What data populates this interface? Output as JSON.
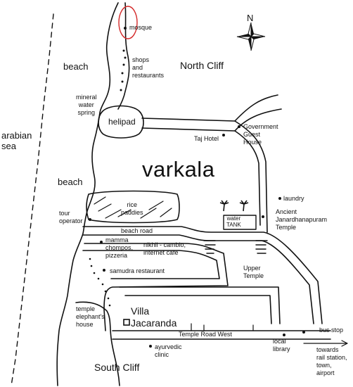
{
  "map": {
    "title": "varkala",
    "compass_label": "N",
    "areas": {
      "north_cliff": "North Cliff",
      "south_cliff": "South Cliff",
      "beach_top": "beach",
      "beach_mid": "beach",
      "sea": "arabian\nsea"
    },
    "places": {
      "mosque": "mosque",
      "shops": "shops\nand\nrestaurants",
      "mineral": "mineral\nwater\nspring",
      "helipad": "helipad",
      "taj": "Taj Hotel",
      "guest_house": "Government\nGuest\nHouse",
      "laundry": "laundry",
      "temple": "Ancient\nJanardhanapuram\nTemple",
      "rice": "rice\npaddies",
      "tour": "tour\noperator",
      "water_tank": "water\nTANK",
      "beach_road": "beach road",
      "mamma": "mamma\nchompos,\npizzeria",
      "nikhil": "nikhil - cambio,\ninternet cafe",
      "samudra": "samudra restaurant",
      "upper_temple": "Upper\nTemple",
      "elephant": "temple\nelephant's\nhouse",
      "villa": "Villa\nJacaranda",
      "temple_road": "Temple Road West",
      "bus_stop": "bus stop",
      "ayurvedic": "ayurvedic\nclinic",
      "library": "local\nlibrary",
      "towards": "towards\nrail station,\ntown,\nairport"
    },
    "highlight_color": "#d42a2a"
  }
}
